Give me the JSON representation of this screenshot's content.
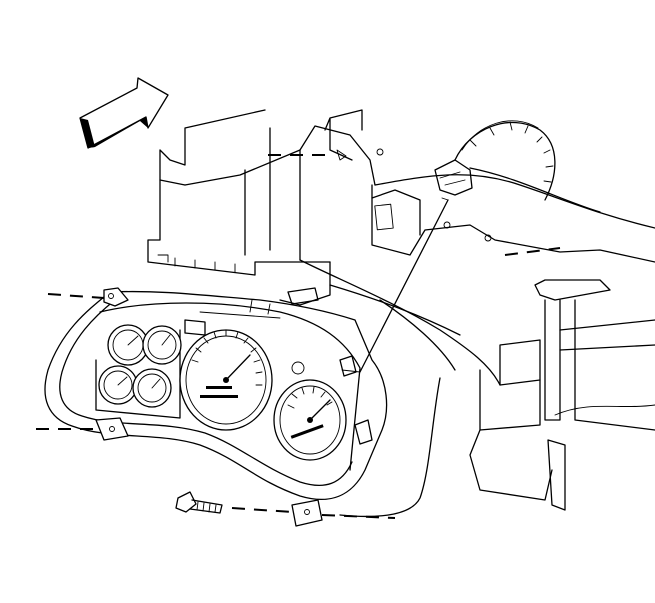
{
  "figure": {
    "type": "exploded-view line drawing",
    "background": "#ffffff",
    "line_color": "#000000",
    "components": {
      "direction_arrow": "arrow-icon",
      "dash_panel": "dashboard-structure",
      "instrument_cluster": "instrument-cluster",
      "wiring_harness": "wiring-harness",
      "fastener": "bolt-icon",
      "hidden_lines": "dashed-leader-lines"
    }
  }
}
